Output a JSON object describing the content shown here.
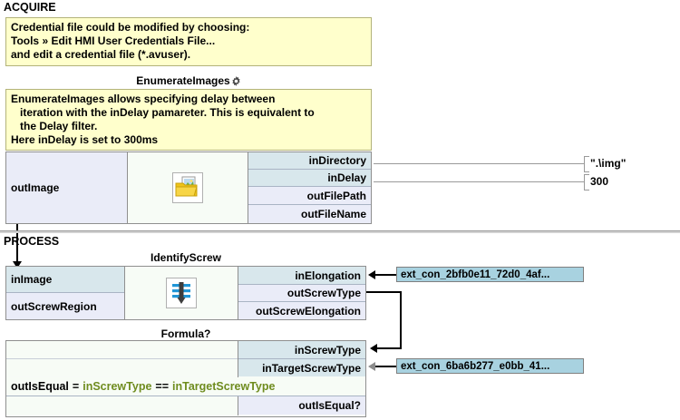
{
  "sections": [
    {
      "label": "ACQUIRE"
    },
    {
      "label": "PROCESS"
    }
  ],
  "comments": [
    {
      "name": "credential-comment",
      "lines": [
        "Credential file could be modified by choosing:",
        "Tools » Edit HMI User Credentials File...",
        "and edit a credential file (*.avuser)."
      ]
    },
    {
      "name": "enumerate-images-comment",
      "lines": [
        "EnumerateImages allows specifying delay between",
        "iteration with the inDelay pamareter. This is equivalent to",
        "the Delay filter.",
        "Here inDelay is set to 300ms"
      ]
    }
  ],
  "nodes": [
    {
      "title": "EnumerateImages",
      "has_gear": true,
      "gear_icon": "gear-icon",
      "icon": "folder-images-icon",
      "left_ports": [
        {
          "label": "outImage",
          "kind": "out"
        }
      ],
      "right_ports": [
        {
          "label": "inDirectory",
          "kind": "in"
        },
        {
          "label": "inDelay",
          "kind": "in"
        },
        {
          "label": "outFilePath",
          "kind": "out"
        },
        {
          "label": "outFileName",
          "kind": "out"
        }
      ]
    },
    {
      "title": "IdentifyScrew",
      "has_gear": false,
      "icon": "screw-icon",
      "left_ports": [
        {
          "label": "inImage",
          "kind": "in"
        },
        {
          "label": "outScrewRegion",
          "kind": "out"
        }
      ],
      "right_ports": [
        {
          "label": "inElongation",
          "kind": "in"
        },
        {
          "label": "outScrewType",
          "kind": "out"
        },
        {
          "label": "outScrewElongation",
          "kind": "out"
        }
      ]
    },
    {
      "title": "Formula?",
      "has_gear": false,
      "icon": "none",
      "right_ports": [
        {
          "label": "inScrewType",
          "kind": "in"
        },
        {
          "label": "inTargetScrewType",
          "kind": "in"
        },
        {
          "label": "outIsEqual?",
          "kind": "out"
        }
      ],
      "formula": {
        "result": "outIsEqual",
        "operator_assign": "=",
        "left_operand": "inScrewType",
        "operator_compare": "==",
        "right_operand": "inTargetScrewType"
      }
    }
  ],
  "literals": [
    {
      "name": "in-directory-value",
      "value": "\".\\img\""
    },
    {
      "name": "in-delay-value",
      "value": "300"
    }
  ],
  "external_connections": [
    {
      "name": "ext-con-elongation",
      "label": "ext_con_2bfb0e11_72d0_4af..."
    },
    {
      "name": "ext-con-target-screw-type",
      "label": "ext_con_6ba6b277_e0bb_41..."
    }
  ],
  "colors": {
    "comment_bg": "#ffffcc",
    "input_port_bg": "#d8e7ec",
    "output_port_bg": "#eaecf8",
    "ext_chip_bg": "#a8d2e0",
    "formula_token": "#6f8c1f"
  }
}
